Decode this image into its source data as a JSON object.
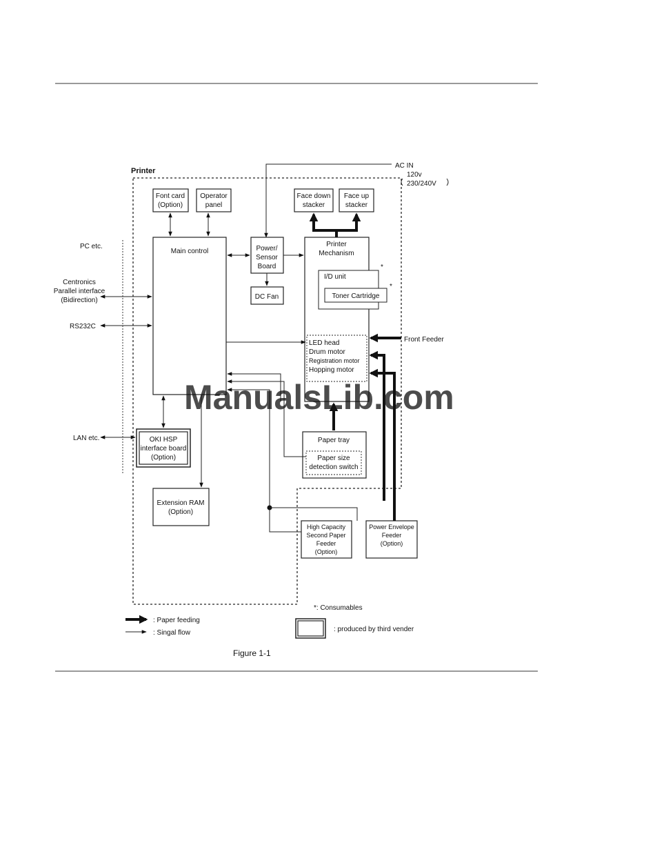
{
  "diagram": {
    "title": "Printer",
    "ac_in": {
      "label": "AC IN",
      "voltages": [
        "120v",
        "230/240V"
      ]
    },
    "blocks": {
      "font_card": [
        "Font card",
        "(Option)"
      ],
      "operator_panel": [
        "Operator",
        "panel"
      ],
      "face_down_stacker": [
        "Face down",
        "stacker"
      ],
      "face_up_stacker": [
        "Face up",
        "stacker"
      ],
      "main_control": [
        "Main control"
      ],
      "power_sensor_board": [
        "Power/",
        "Sensor",
        "Board"
      ],
      "dc_fan": [
        "DC Fan"
      ],
      "printer_mechanism": [
        "Printer",
        "Mechanism"
      ],
      "id_unit": [
        "I/D unit"
      ],
      "toner_cartridge": [
        "Toner Cartridge"
      ],
      "motors": [
        "LED head",
        "Drum motor",
        "Registration motor",
        "Hopping motor"
      ],
      "paper_tray": [
        "Paper tray"
      ],
      "paper_size_switch": [
        "Paper size",
        "detection switch"
      ],
      "oki_hsp": [
        "OKI HSP",
        "interface board",
        "(Option)"
      ],
      "extension_ram": [
        "Extension RAM",
        "(Option)"
      ],
      "high_capacity_feeder": [
        "High Capacity",
        "Second Paper",
        "Feeder",
        "(Option)"
      ],
      "power_envelope_feeder": [
        "Power Envelope",
        "Feeder",
        "(Option)"
      ]
    },
    "external": {
      "pc_etc": "PC etc.",
      "centronics": [
        "Centronics",
        "Parallel interface",
        "(Bidirection)"
      ],
      "rs232c": "RS232C",
      "lan_etc": "LAN etc.",
      "front_feeder": "Front Feeder"
    },
    "consumable_marks": [
      "*",
      "*"
    ],
    "legend": {
      "paper_feeding": ": Paper feeding",
      "signal_flow": ": Singal flow",
      "consumables": "*: Consumables",
      "third_vender": ": produced by third vender"
    },
    "caption": "Figure 1-1",
    "watermark": "ManualsLib.com"
  }
}
